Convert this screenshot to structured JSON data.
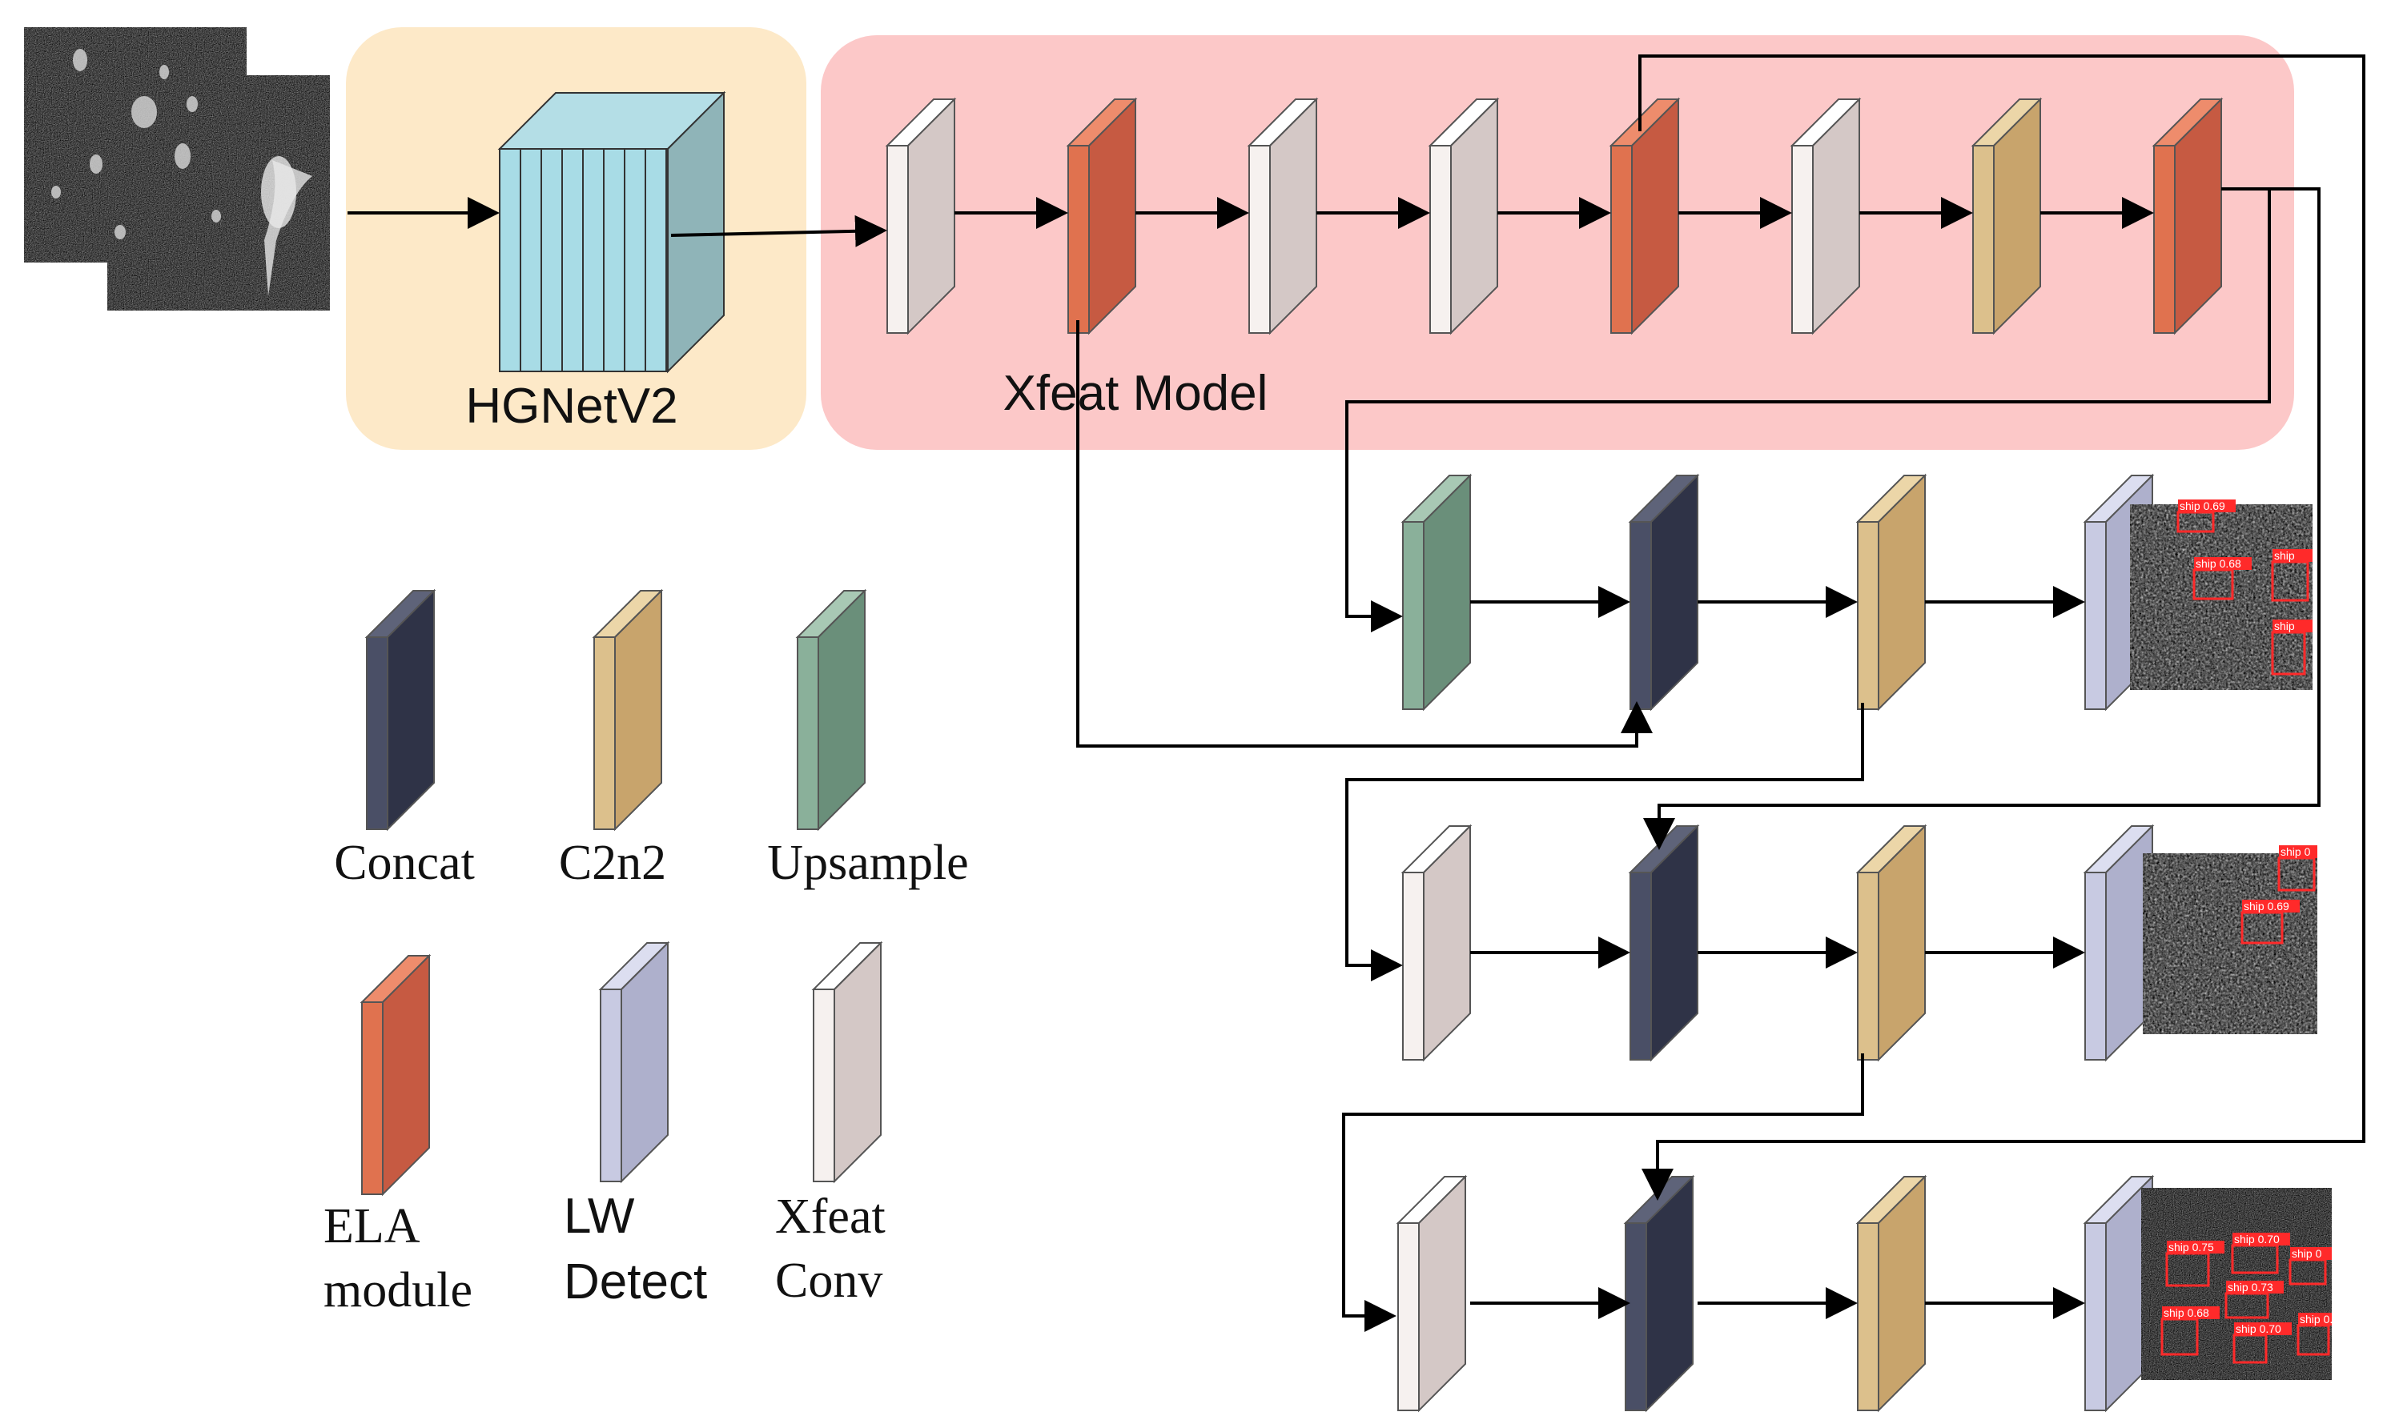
{
  "regions": {
    "backbone_label": "HGNetV2",
    "xfeat_label": "Xfeat Model",
    "backbone_color": "#fde9c8",
    "xfeat_color": "#fcc8c8"
  },
  "legend": [
    {
      "key": "concat",
      "line1": "Concat",
      "line2": "",
      "font": "serif"
    },
    {
      "key": "c2n2",
      "line1": "C2n2",
      "line2": "",
      "font": "serif"
    },
    {
      "key": "upsample",
      "line1": "Upsample",
      "line2": "",
      "font": "serif"
    },
    {
      "key": "ela",
      "line1": "ELA",
      "line2": "module",
      "font": "serif"
    },
    {
      "key": "lw",
      "line1": "LW",
      "line2": "Detect",
      "font": "sans"
    },
    {
      "key": "xconv",
      "line1": "Xfeat",
      "line2": "Conv",
      "font": "serif"
    }
  ],
  "block_colors": {
    "concat": {
      "front": "#2f3347",
      "side": "#4a4f66",
      "top": "#5e6379"
    },
    "c2n2": {
      "front": "#c8a46c",
      "side": "#dcc08c",
      "top": "#ecd6a8"
    },
    "upsample": {
      "front": "#6a8f7a",
      "side": "#8ab09a",
      "top": "#a8c8b4"
    },
    "ela": {
      "front": "#c65a42",
      "side": "#e0724f",
      "top": "#ee8c6c"
    },
    "lw": {
      "front": "#aeb0cc",
      "side": "#c8cae2",
      "top": "#dcdef0"
    },
    "xconv": {
      "front": "#d4c8c6",
      "side": "#f6f1ef",
      "top": "#ffffff"
    }
  },
  "xfeat_sequence": [
    "xconv",
    "ela",
    "xconv",
    "xconv",
    "ela",
    "xconv",
    "c2n2",
    "ela"
  ],
  "neck_rows": [
    {
      "blocks": [
        "upsample",
        "concat",
        "c2n2",
        "lw"
      ]
    },
    {
      "blocks": [
        "xconv",
        "concat",
        "c2n2",
        "lw"
      ]
    },
    {
      "blocks": [
        "xconv",
        "concat",
        "c2n2",
        "lw"
      ]
    }
  ],
  "detections": [
    {
      "labels": [
        "ship 0.69",
        "ship 0.68",
        "ship",
        "ship"
      ]
    },
    {
      "labels": [
        "ship 0",
        "ship 0.69"
      ]
    },
    {
      "labels": [
        "ship 0.75",
        "ship 0.70",
        "ship 0",
        "ship 0.73",
        "ship 0.68",
        "ship 0.70",
        "ship 0."
      ]
    }
  ]
}
